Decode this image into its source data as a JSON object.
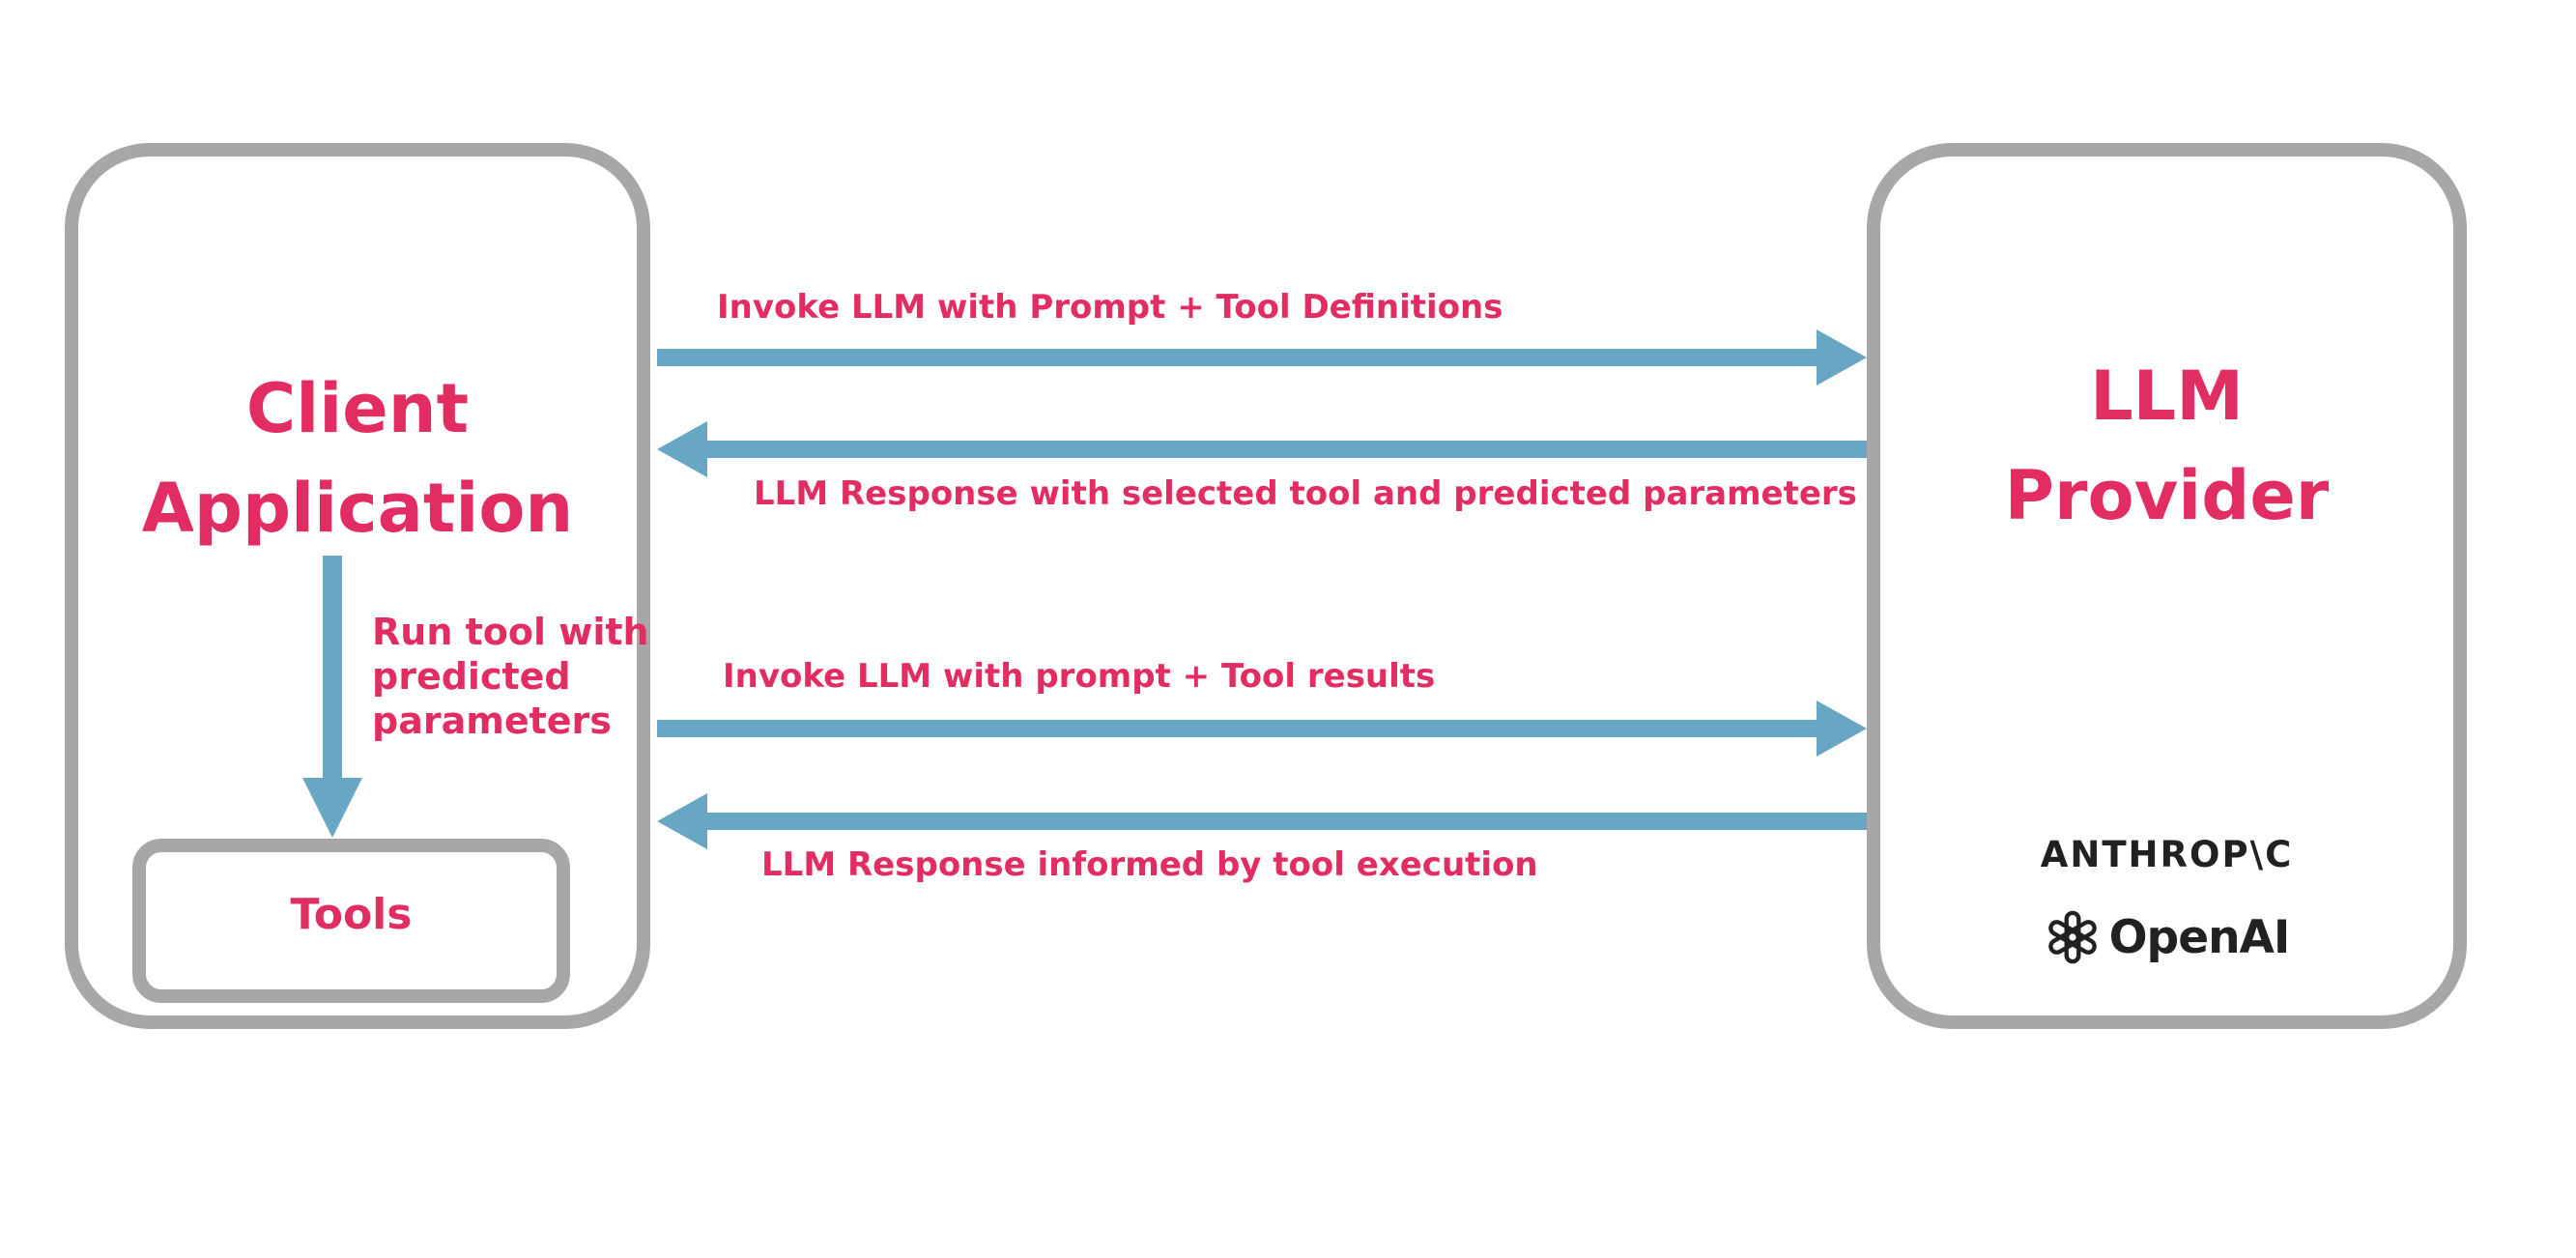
{
  "colors": {
    "pink": "#e12d61",
    "blue": "#67a7c4",
    "gray": "#a7a7a7",
    "dark": "#212121",
    "bg": "#ffffff"
  },
  "client_box": {
    "title_line1": "Client",
    "title_line2": "Application",
    "run_tool_note": {
      "line1": "Run tool with",
      "line2": "predicted",
      "line3": "parameters"
    },
    "tools_label": "Tools"
  },
  "provider_box": {
    "title_line1": "LLM",
    "title_line2": "Provider",
    "logos": {
      "anthropic": "ANTHROP\\C",
      "openai": "OpenAI"
    }
  },
  "arrows": [
    {
      "direction": "right",
      "label": "Invoke LLM with Prompt + Tool Definitions",
      "label_position": "above"
    },
    {
      "direction": "left",
      "label": "LLM Response with selected tool and predicted parameters",
      "label_position": "below"
    },
    {
      "direction": "right",
      "label": "Invoke LLM with prompt + Tool results",
      "label_position": "above"
    },
    {
      "direction": "left",
      "label": "LLM Response informed by tool execution",
      "label_position": "below"
    }
  ]
}
